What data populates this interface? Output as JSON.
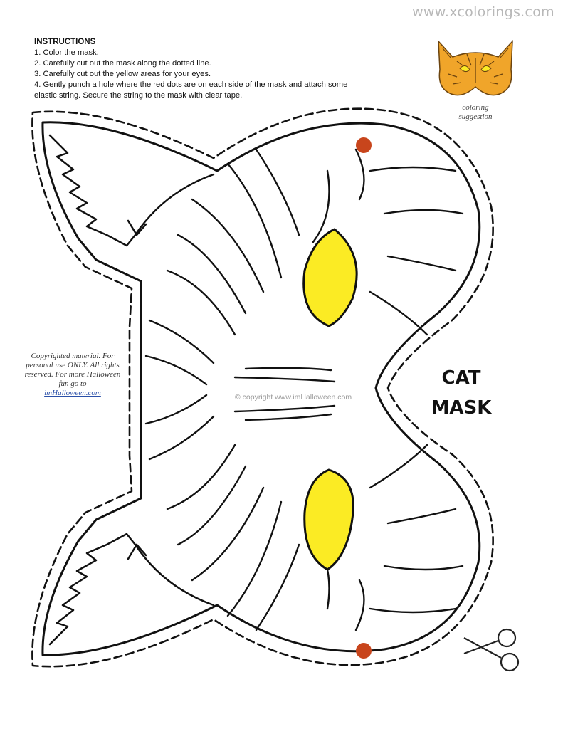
{
  "watermark": "www.xcolorings.com",
  "instructions": {
    "title": "INSTRUCTIONS",
    "steps": [
      "1. Color the mask.",
      "2. Carefully cut out the mask along the dotted line.",
      "3. Carefully cut out the yellow areas for your eyes.",
      "4. Gently punch a hole where the red dots are on each side of the mask and attach some elastic string. Secure the string to the mask with clear tape."
    ]
  },
  "suggestion": {
    "caption": "coloring suggestion"
  },
  "copyright_note": {
    "text": "Copyrighted material. For personal use ONLY. All rights reserved. For more Halloween fun go to",
    "link": "imHalloween.com"
  },
  "center_mark": "© copyright www.imHalloween.com",
  "mask_title": {
    "line1": "CAT",
    "line2": "MASK"
  },
  "colors": {
    "eye_fill": "#fbeb24",
    "dot_fill": "#c8451c",
    "outline": "#111111",
    "suggestion_fill": "#f0a52a"
  },
  "icons": [
    "scissors-icon",
    "cat-mask-thumbnail-icon"
  ]
}
